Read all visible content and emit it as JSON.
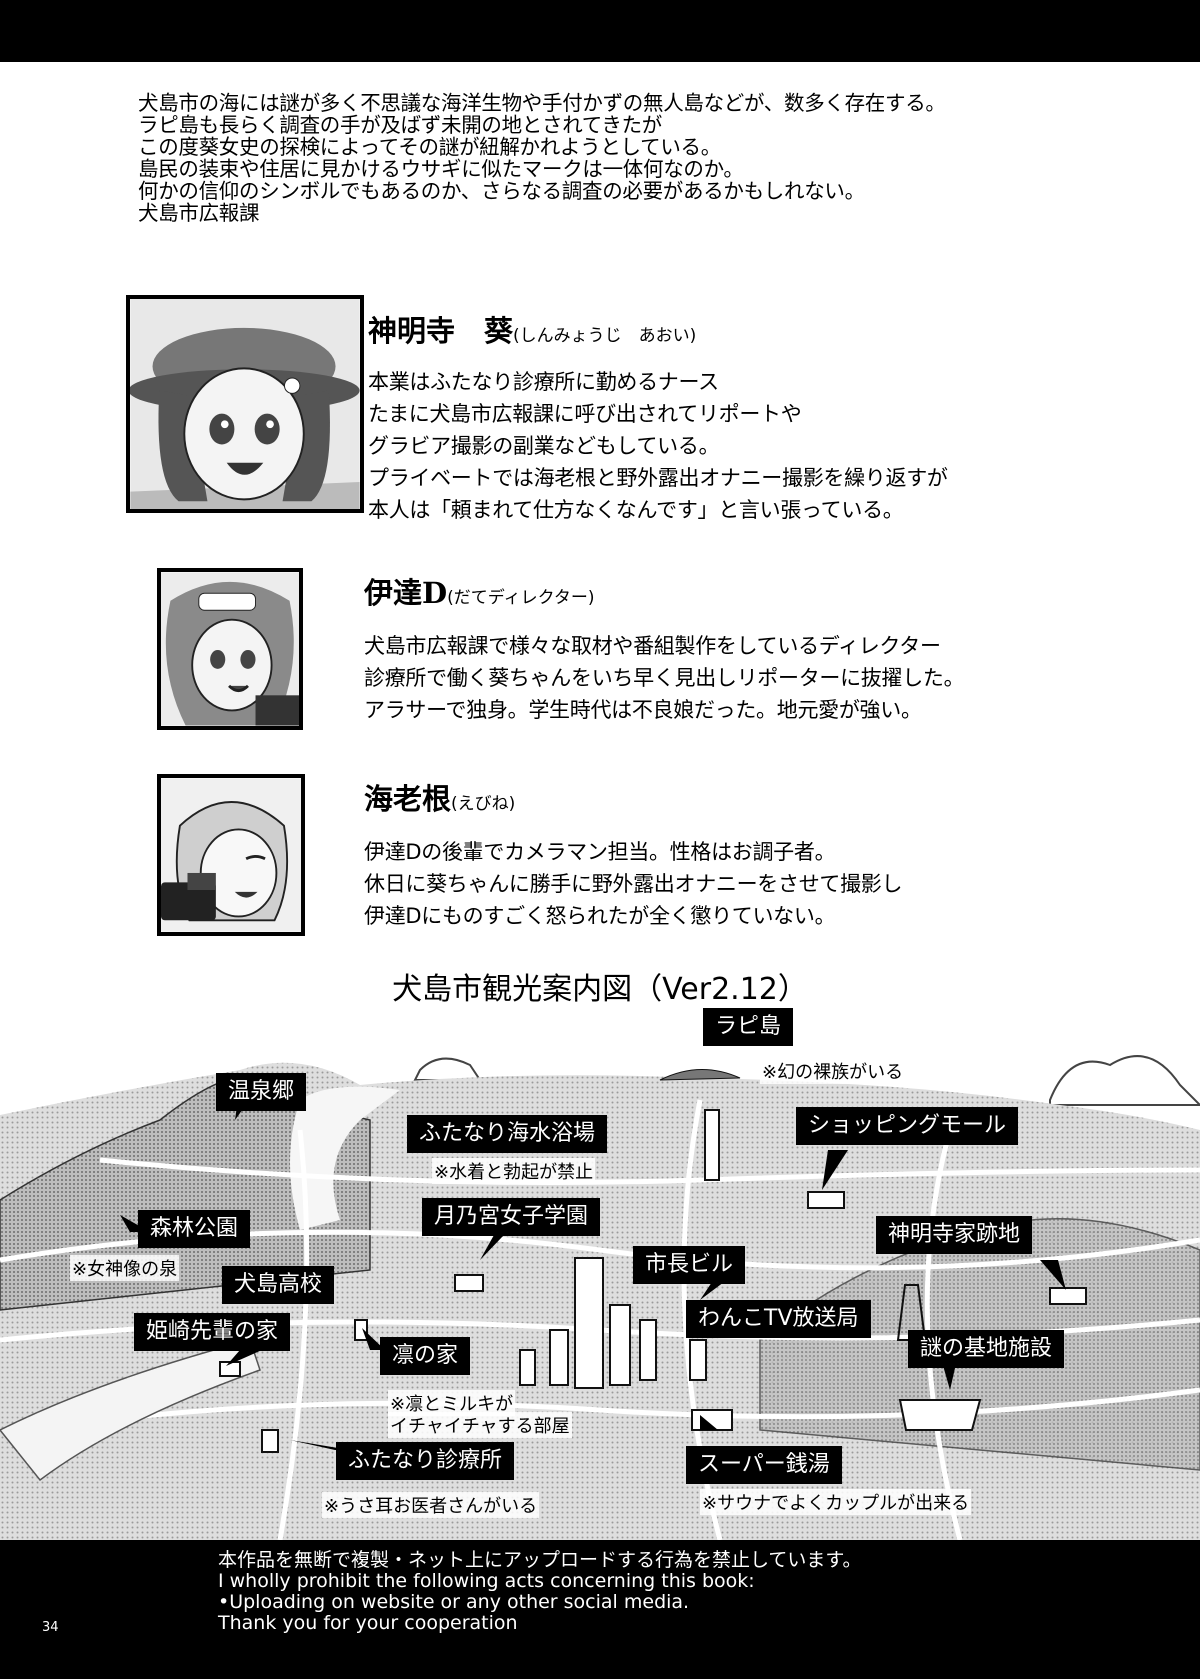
{
  "intro": [
    "犬島市の海には謎が多く不思議な海洋生物や手付かずの無人島などが、数多く存在する。",
    "ラピ島も長らく調査の手が及ばず未開の地とされてきたが",
    "この度葵女史の探検によってその謎が紐解かれようとしている。",
    "島民の装束や住居に見かけるウサギに似たマークは一体何なのか。",
    "何かの信仰のシンボルでもあるのか、さらなる調査の必要があるかもしれない。",
    "犬島市広報課"
  ],
  "characters": [
    {
      "name": "神明寺　葵",
      "reading": "(しんみょうじ　あおい)",
      "lines": [
        "本業はふたなり診療所に勤めるナース",
        "たまに犬島市広報課に呼び出されてリポートや",
        "グラビア撮影の副業などもしている。",
        "プライベートでは海老根と野外露出オナニー撮影を繰り返すが",
        "本人は「頼まれて仕方なくなんです」と言い張っている。"
      ]
    },
    {
      "name": "伊達D",
      "reading": "(だてディレクター)",
      "lines": [
        "犬島市広報課で様々な取材や番組製作をしているディレクター",
        "診療所で働く葵ちゃんをいち早く見出しリポーターに抜擢した。",
        "アラサーで独身。学生時代は不良娘だった。地元愛が強い。"
      ]
    },
    {
      "name": "海老根",
      "reading": "(えびね)",
      "lines": [
        "伊達Dの後輩でカメラマン担当。性格はお調子者。",
        "休日に葵ちゃんに勝手に野外露出オナニーをさせて撮影し",
        "伊達Dにものすごく怒られたが全く懲りていない。"
      ]
    }
  ],
  "map": {
    "title": "犬島市観光案内図（Ver2.12）",
    "labels": {
      "lapi": "ラピ島",
      "onsen": "温泉郷",
      "beach": "ふたなり海水浴場",
      "shopping": "ショッピングモール",
      "forest": "森林公園",
      "tsukino": "月乃宮女子学園",
      "shicho": "市長ビル",
      "shinmyoji": "神明寺家跡地",
      "koko": "犬島高校",
      "wanko": "わんこTV放送局",
      "himezaki": "姫崎先輩の家",
      "rin": "凛の家",
      "nazo": "謎の基地施設",
      "clinic": "ふたなり診療所",
      "sento": "スーパー銭湯"
    },
    "notes": {
      "lapi": "※幻の裸族がいる",
      "beach": "※水着と勃起が禁止",
      "forest": "※女神像の泉",
      "rin1": "※凛とミルキが",
      "rin2": "イチャイチャする部屋",
      "clinic": "※うさ耳お医者さんがいる",
      "sento": "※サウナでよくカップルが出来る"
    }
  },
  "footer": [
    "本作品を無断で複製・ネット上にアップロードする行為を禁止しています。",
    "I wholly prohibit the following acts concerning this book:",
    "•Uploading on website or any other social media.",
    "Thank you for your cooperation"
  ],
  "page_number": "34"
}
